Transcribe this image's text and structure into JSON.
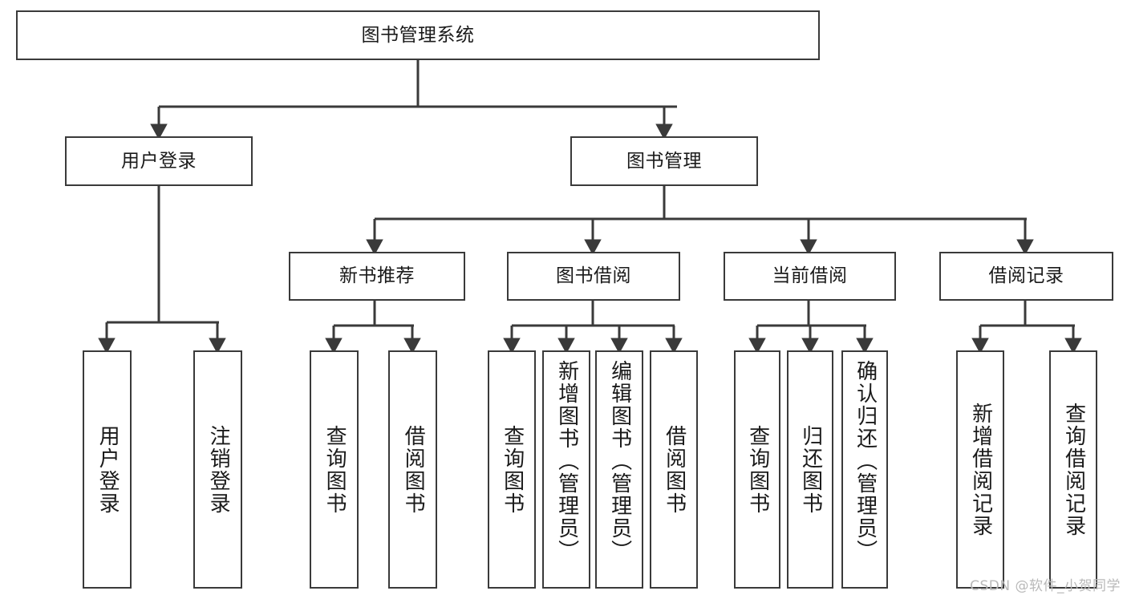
{
  "diagram": {
    "title": "图书管理系统",
    "type": "tree",
    "watermark": "CSDN @软件_小贺同学",
    "colors": {
      "box_stroke": "#3a3a3a",
      "box_fill": "#ffffff",
      "connector": "#3a3a3a",
      "text": "#1a1a1a",
      "watermark": "#b9b9b9"
    },
    "root": {
      "label": "图书管理系统"
    },
    "level2": [
      {
        "label": "用户登录"
      },
      {
        "label": "图书管理"
      }
    ],
    "level3": [
      {
        "label": "新书推荐"
      },
      {
        "label": "图书借阅"
      },
      {
        "label": "当前借阅"
      },
      {
        "label": "借阅记录"
      }
    ],
    "leaves": {
      "user_login": [
        {
          "label": "用户登录"
        },
        {
          "label": "注销登录"
        }
      ],
      "new_book_recommend": [
        {
          "label": "查询图书"
        },
        {
          "label": "借阅图书"
        }
      ],
      "book_borrow": [
        {
          "label": "查询图书"
        },
        {
          "label": "新增图书（管理员）"
        },
        {
          "label": "编辑图书（管理员）"
        },
        {
          "label": "借阅图书"
        }
      ],
      "current_borrow": [
        {
          "label": "查询图书"
        },
        {
          "label": "归还图书"
        },
        {
          "label": "确认归还（管理员）"
        }
      ],
      "borrow_record": [
        {
          "label": "新增借阅记录"
        },
        {
          "label": "查询借阅记录"
        }
      ]
    }
  }
}
